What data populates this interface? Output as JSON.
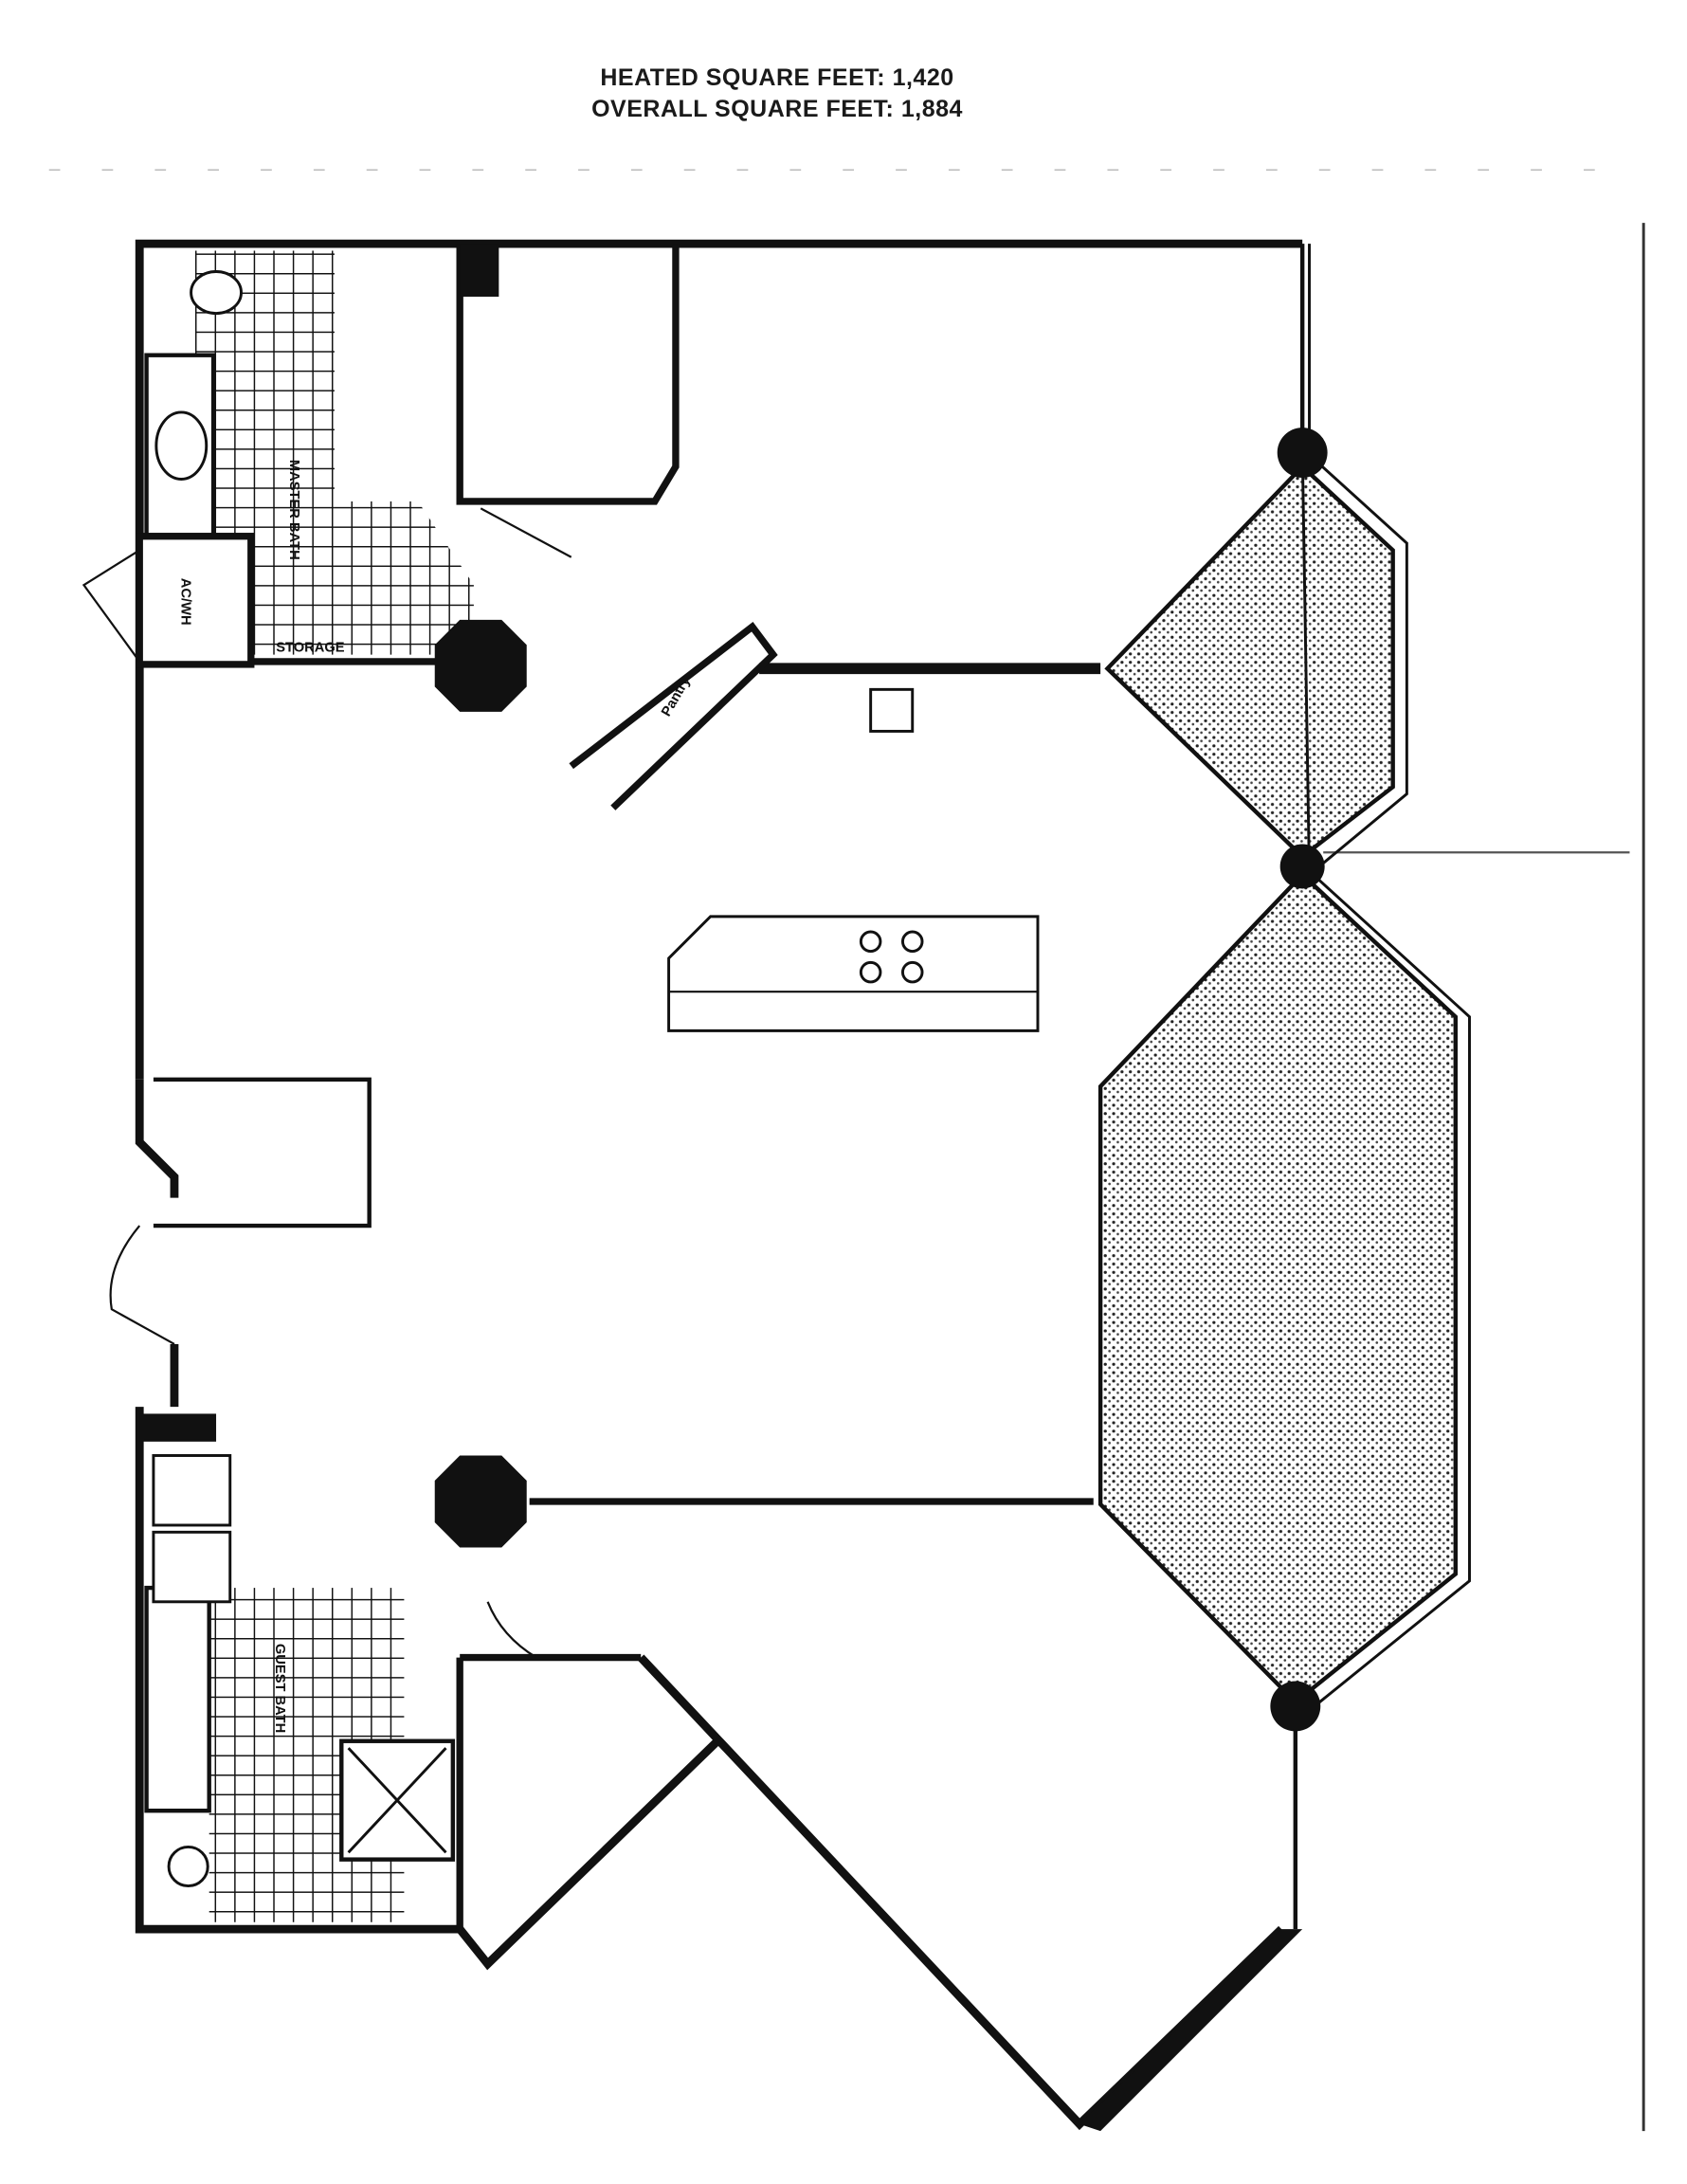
{
  "header": {
    "heated_label": "HEATED SQUARE FEET:",
    "heated_value": "1,420",
    "overall_label": "OVERALL SQUARE FEET:",
    "overall_value": "1,884"
  },
  "rooms": {
    "master_bath": "MASTER BATH",
    "storage": "STORAGE",
    "ac_wh": "AC/WH",
    "guest_bath": "GUEST BATH",
    "pantry": "Pantry"
  },
  "colors": {
    "ink": "#111111",
    "paper": "#ffffff",
    "lanai_fill": "#9a9a9a"
  }
}
